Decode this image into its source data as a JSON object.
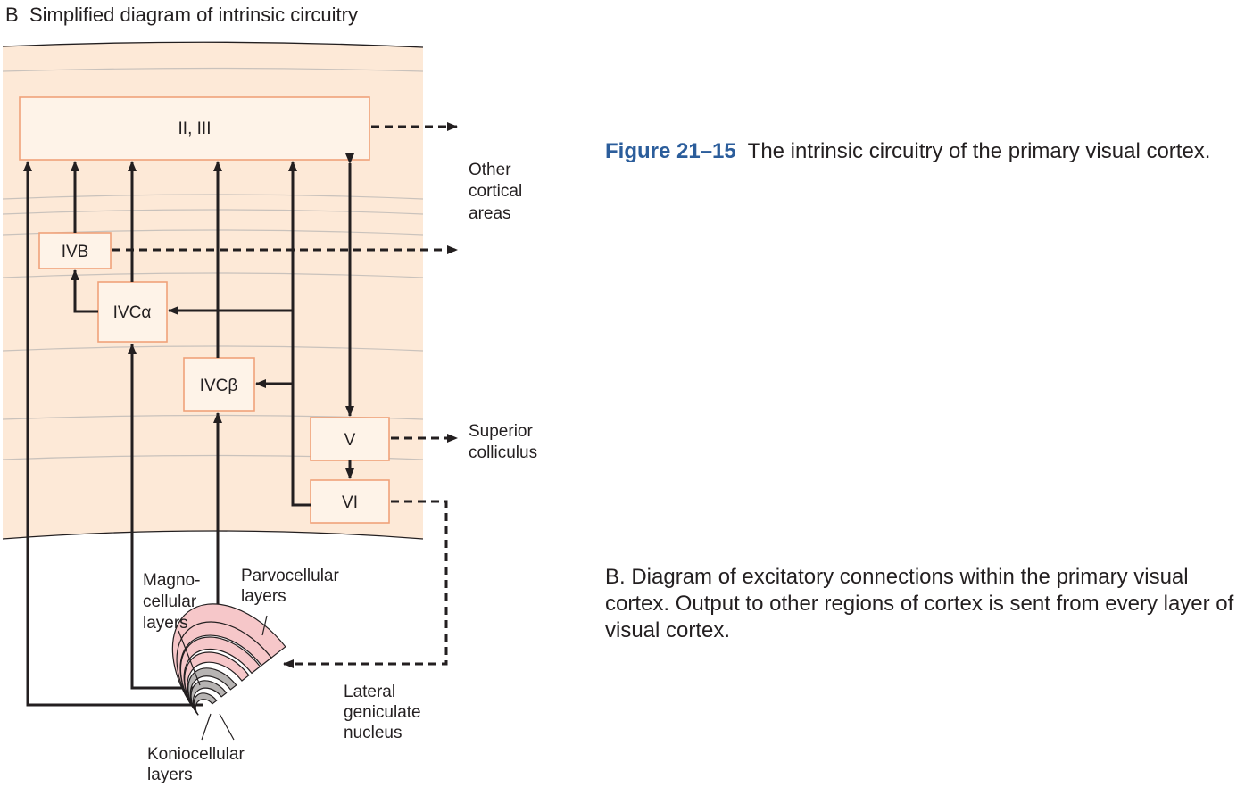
{
  "panel": {
    "letter": "B",
    "title": "Simplified diagram of intrinsic circuitry"
  },
  "layers": {
    "II_III": "II, III",
    "IVB": "IVB",
    "IVCa": "IVCα",
    "IVCb": "IVCβ",
    "V": "V",
    "VI": "VI"
  },
  "targets": {
    "other_cortical": [
      "Other",
      "cortical",
      "areas"
    ],
    "superior_colliculus": [
      "Superior",
      "colliculus"
    ]
  },
  "lgn": {
    "magno": [
      "Magno-",
      "cellular",
      "layers"
    ],
    "parvo": [
      "Parvocellular",
      "layers"
    ],
    "konio": [
      "Koniocellular",
      "layers"
    ],
    "nucleus": [
      "Lateral",
      "geniculate",
      "nucleus"
    ]
  },
  "caption": {
    "label": "Figure 21–15",
    "text": "The intrinsic circuitry of the primary visual cortex."
  },
  "description": "B. Diagram of excitatory connections within the primary visual cortex. Output to other regions of cortex is sent from every layer of visual cortex.",
  "colors": {
    "cortex_fill": "#fde9d7",
    "box_fill": "#fef3e8",
    "box_stroke": "#f0a27a",
    "layer_line": "#c9c2bc",
    "arrow": "#231f20",
    "lgn_outer": "#f6c7c9",
    "lgn_inner": "#b7b4b3",
    "caption_label": "#2b5d9b"
  },
  "icons": {
    "lgn": "lateral-geniculate-nucleus-illustration"
  }
}
